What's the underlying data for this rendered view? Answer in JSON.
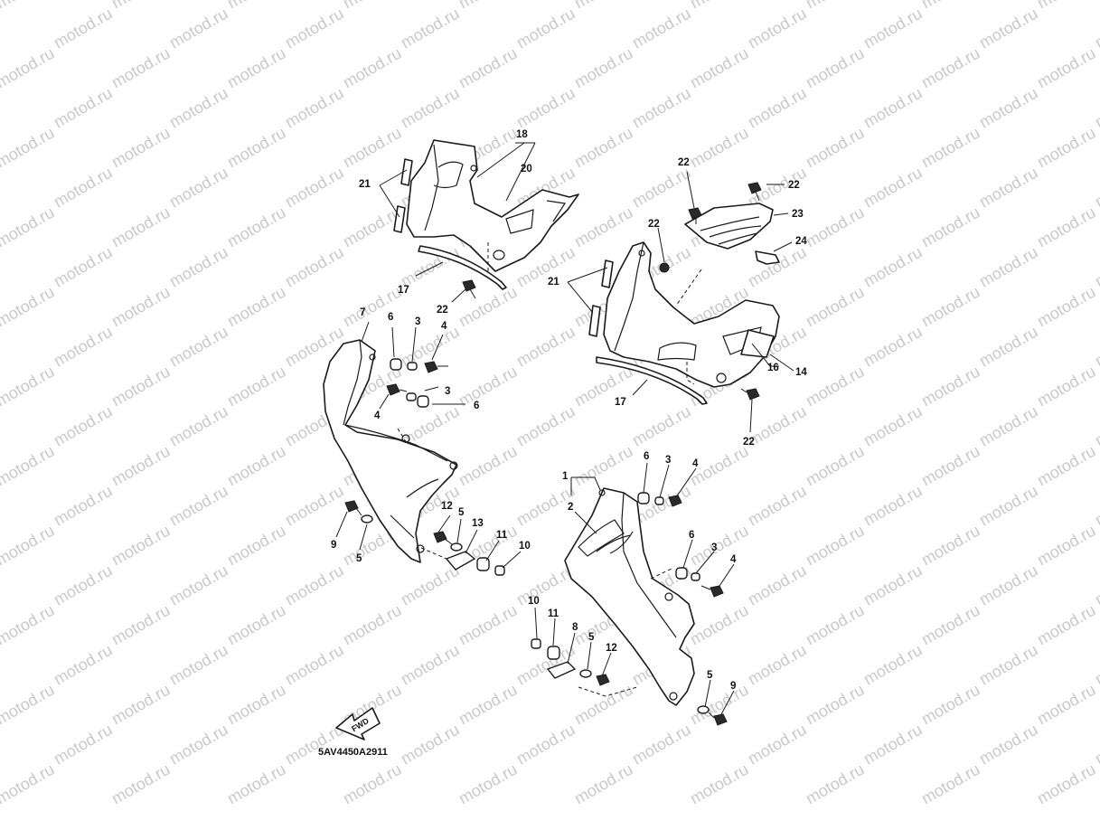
{
  "watermark": {
    "text": "motod.ru"
  },
  "diagram_code": "5AV4450A2911",
  "fwd_label": "FWD",
  "callouts": [
    {
      "id": "c18",
      "text": "18"
    },
    {
      "id": "c20",
      "text": "20"
    },
    {
      "id": "c21a",
      "text": "21"
    },
    {
      "id": "c17a",
      "text": "17"
    },
    {
      "id": "c22a",
      "text": "22"
    },
    {
      "id": "c7",
      "text": "7"
    },
    {
      "id": "c6a",
      "text": "6"
    },
    {
      "id": "c3a",
      "text": "3"
    },
    {
      "id": "c4a",
      "text": "4"
    },
    {
      "id": "c3b",
      "text": "3"
    },
    {
      "id": "c4b",
      "text": "4"
    },
    {
      "id": "c6b",
      "text": "6"
    },
    {
      "id": "c9a",
      "text": "9"
    },
    {
      "id": "c5a",
      "text": "5"
    },
    {
      "id": "c12a",
      "text": "12"
    },
    {
      "id": "c5b",
      "text": "5"
    },
    {
      "id": "c13",
      "text": "13"
    },
    {
      "id": "c11a",
      "text": "11"
    },
    {
      "id": "c10a",
      "text": "10"
    },
    {
      "id": "c22b",
      "text": "22"
    },
    {
      "id": "c22c",
      "text": "22"
    },
    {
      "id": "c23",
      "text": "23"
    },
    {
      "id": "c24",
      "text": "24"
    },
    {
      "id": "c22d",
      "text": "22"
    },
    {
      "id": "c21b",
      "text": "21"
    },
    {
      "id": "c16",
      "text": "16"
    },
    {
      "id": "c14",
      "text": "14"
    },
    {
      "id": "c17b",
      "text": "17"
    },
    {
      "id": "c22e",
      "text": "22"
    },
    {
      "id": "c1",
      "text": "1"
    },
    {
      "id": "c2",
      "text": "2"
    },
    {
      "id": "c6c",
      "text": "6"
    },
    {
      "id": "c3c",
      "text": "3"
    },
    {
      "id": "c4c",
      "text": "4"
    },
    {
      "id": "c6d",
      "text": "6"
    },
    {
      "id": "c3d",
      "text": "3"
    },
    {
      "id": "c4d",
      "text": "4"
    },
    {
      "id": "c10b",
      "text": "10"
    },
    {
      "id": "c11b",
      "text": "11"
    },
    {
      "id": "c8",
      "text": "8"
    },
    {
      "id": "c5c",
      "text": "5"
    },
    {
      "id": "c12b",
      "text": "12"
    },
    {
      "id": "c5d",
      "text": "5"
    },
    {
      "id": "c9b",
      "text": "9"
    }
  ]
}
